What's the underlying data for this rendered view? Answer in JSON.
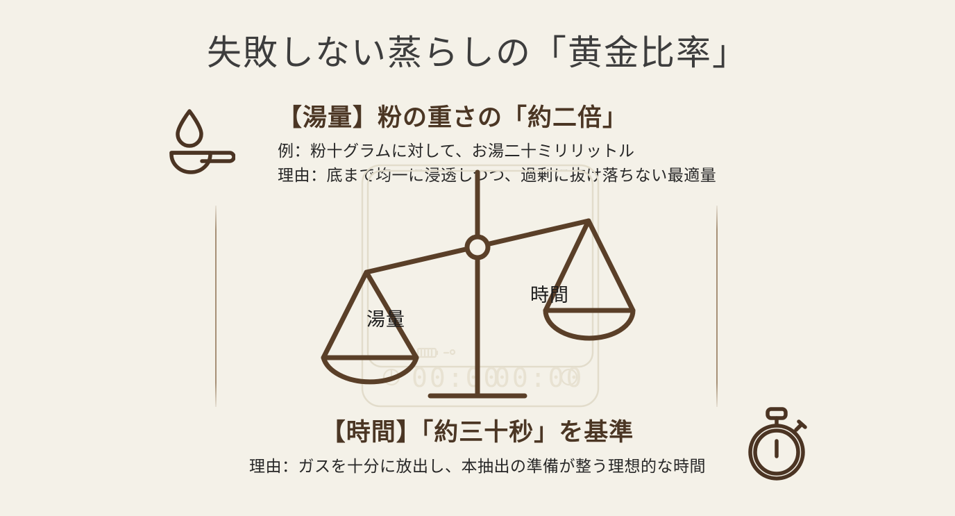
{
  "title": "失敗しない蒸らしの「黄金比率」",
  "water_block": {
    "heading": "【湯量】粉の重さの「約二倍」",
    "example": "例：粉十グラムに対して、お湯二十ミリリットル",
    "reason": "理由：底まで均一に浸透しつつ、過剰に抜け落ちない最適量",
    "icon": "water-drop-spoon-icon"
  },
  "time_block": {
    "heading": "【時間】「約三十秒」を基準",
    "reason": "理由：ガスを十分に放出し、本抽出の準備が整う理想的な時間",
    "icon": "stopwatch-icon"
  },
  "balance": {
    "left_pan_label": "湯量",
    "right_pan_label": "時間",
    "pivot_icon": "balance-pivot-ring-icon"
  },
  "scale_device": {
    "timer_left": "00:00",
    "timer_right": "00:00",
    "battery_icon": "battery-icon",
    "power_icon": "power-button-icon",
    "tare_icon": "tare-button-icon"
  },
  "colors": {
    "background": "#f4f1e8",
    "title": "#3d3d3d",
    "heading_brown": "#4b3624",
    "body_text": "#272727",
    "line_brown": "#5a3f28",
    "rule_brown": "#8c7050",
    "ghost_outline": "#e3ddcd"
  }
}
